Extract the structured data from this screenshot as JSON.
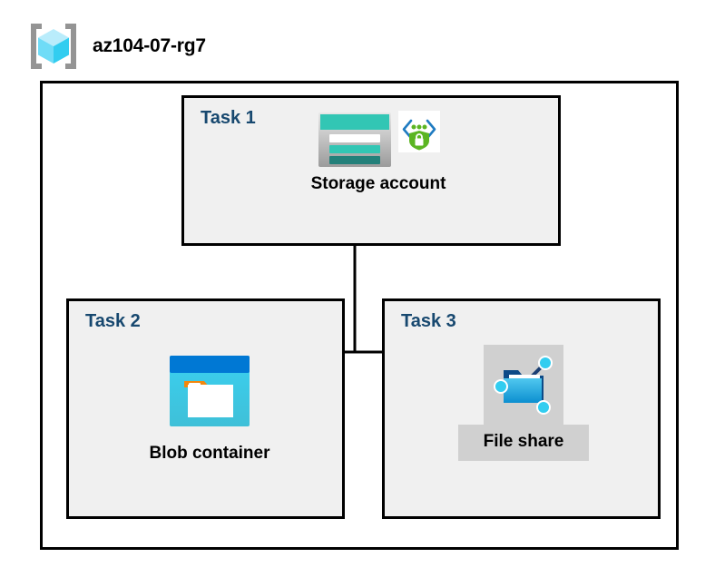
{
  "header": {
    "title": "az104-07-rg7",
    "icon": "resource-group-icon"
  },
  "container": {
    "name": "resource-group-container"
  },
  "tasks": [
    {
      "label": "Task 1",
      "node": {
        "caption": "Storage account",
        "icon": "storage-account-icon",
        "secondary_icon": "secure-endpoint-shield-icon",
        "highlighted": false
      }
    },
    {
      "label": "Task 2",
      "node": {
        "caption": "Blob container",
        "icon": "blob-container-icon",
        "highlighted": false
      }
    },
    {
      "label": "Task 3",
      "node": {
        "caption": "File share",
        "icon": "file-share-icon",
        "highlighted": true
      }
    }
  ],
  "colors": {
    "task_label": "#17486f",
    "box_fill": "#f0f0f0",
    "box_border": "#000000",
    "container_fill": "#ffffff",
    "highlight_fill": "#d0d0d0",
    "storage_teal": "#32c6b4",
    "storage_teal_dark": "#23807a",
    "blob_blue": "#0078d4",
    "blob_cyan": "#32bedd",
    "blob_orange": "#f2870d",
    "shield_green": "#5bb522",
    "cube_cyan": "#9fe9fb",
    "bracket_gray": "#949494"
  }
}
